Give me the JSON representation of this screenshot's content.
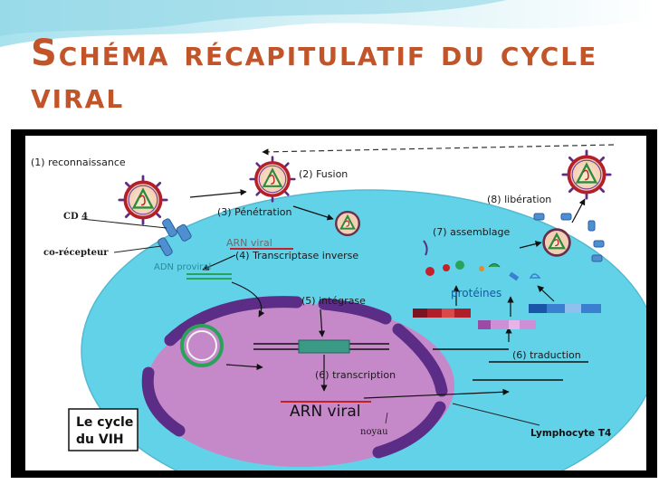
{
  "slide": {
    "title": "Schéma récapitulatif du cycle viral"
  },
  "diagram": {
    "steps": {
      "recognition": "(1) reconnaissance",
      "fusion": "(2) Fusion",
      "penetration": "(3) Pénétration",
      "reverse_transcriptase": "(4) Transcriptase inverse",
      "integrase": "(5) intégrase",
      "transcription": "(6) transcription",
      "translation": "(6) traduction",
      "assembly": "(7) assemblage",
      "release": "(8) libération"
    },
    "labels": {
      "cd4": "CD 4",
      "coreceptor": "co-récepteur",
      "viral_rna": "ARN viral",
      "proviral_dna": "ADN proviral",
      "proteins": "protéines",
      "viral_rna_big": "ARN viral",
      "nucleus": "noyau",
      "lymphocyte": "Lymphocyte T4"
    },
    "legend": {
      "line1": "Le cycle",
      "line2": "du VIH"
    }
  },
  "colors": {
    "title": "#c2542a",
    "cell": "#62d2e8",
    "nucleus": "#c589c9",
    "membrane": "#5b2d86",
    "frame": "#000000"
  }
}
